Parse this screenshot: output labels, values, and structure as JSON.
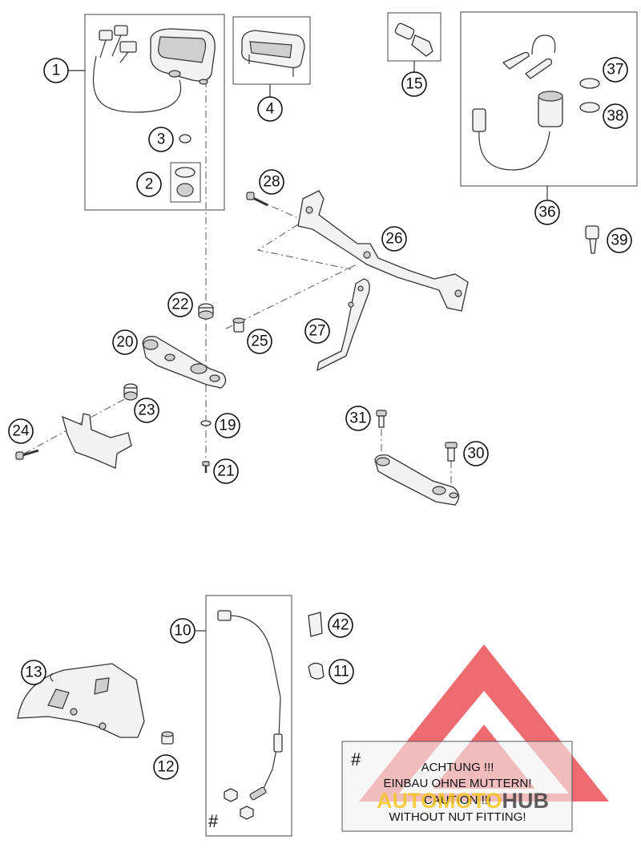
{
  "callouts": [
    {
      "label": "1"
    },
    {
      "label": "2"
    },
    {
      "label": "3"
    },
    {
      "label": "4"
    },
    {
      "label": "15"
    },
    {
      "label": "36"
    },
    {
      "label": "37"
    },
    {
      "label": "38"
    },
    {
      "label": "39"
    },
    {
      "label": "28"
    },
    {
      "label": "26"
    },
    {
      "label": "27"
    },
    {
      "label": "22"
    },
    {
      "label": "25"
    },
    {
      "label": "20"
    },
    {
      "label": "23"
    },
    {
      "label": "24"
    },
    {
      "label": "19"
    },
    {
      "label": "21"
    },
    {
      "label": "31"
    },
    {
      "label": "30"
    },
    {
      "label": "10"
    },
    {
      "label": "42"
    },
    {
      "label": "11"
    },
    {
      "label": "13"
    },
    {
      "label": "12"
    }
  ],
  "note": {
    "hash": "#",
    "line1": "ACHTUNG !!!",
    "line2": "EINBAU OHNE MUTTERN!",
    "line3": "CAUTION !!!",
    "line4": "WITHOUT NUT FITTING!"
  },
  "nut_marker": "#",
  "watermark": {
    "part1": "AUTOMOTO",
    "part2": "HUB",
    "color_primary": "#e8333a",
    "color_secondary": "#f5c518",
    "color_dark": "#3a3a3a"
  }
}
